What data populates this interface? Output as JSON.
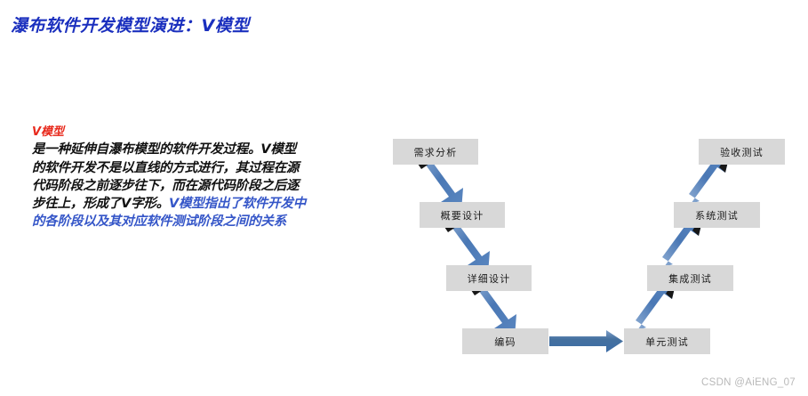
{
  "slide": {
    "title": "瀑布软件开发模型演进：V模型",
    "title_color": "#1a2fbe",
    "background_color": "#ffffff"
  },
  "left_text": {
    "heading": "V模型",
    "heading_color": "#e8291c",
    "body_black": "是一种延伸自瀑布模型的软件开发过程。V模型的软件开发不是以直线的方式进行，其过程在源代码阶段之前逐步往下，而在源代码阶段之后逐步往上，形成了V字形。",
    "body_blue": "V模型指出了软件开发中的各阶段以及其对应软件测试阶段之间的关系",
    "body_black_color": "#111111",
    "body_blue_color": "#3556c8"
  },
  "diagram": {
    "type": "v-model",
    "node_fill": "#d8d8d8",
    "arrow_color": "#4a78b5",
    "arrow_color_dark": "#2f5c99",
    "nodes": [
      {
        "id": "requirements",
        "label": "需求分析"
      },
      {
        "id": "outline",
        "label": "概要设计"
      },
      {
        "id": "detailed",
        "label": "详细设计"
      },
      {
        "id": "coding",
        "label": "编码"
      },
      {
        "id": "unit",
        "label": "单元测试"
      },
      {
        "id": "integration",
        "label": "集成测试"
      },
      {
        "id": "system",
        "label": "系统测试"
      },
      {
        "id": "acceptance",
        "label": "验收测试"
      }
    ],
    "edges": [
      {
        "from": "requirements",
        "to": "outline"
      },
      {
        "from": "outline",
        "to": "detailed"
      },
      {
        "from": "detailed",
        "to": "coding"
      },
      {
        "from": "coding",
        "to": "unit"
      },
      {
        "from": "unit",
        "to": "integration"
      },
      {
        "from": "integration",
        "to": "system"
      },
      {
        "from": "system",
        "to": "acceptance"
      }
    ]
  },
  "watermark": {
    "text": "CSDN @AiENG_07"
  }
}
